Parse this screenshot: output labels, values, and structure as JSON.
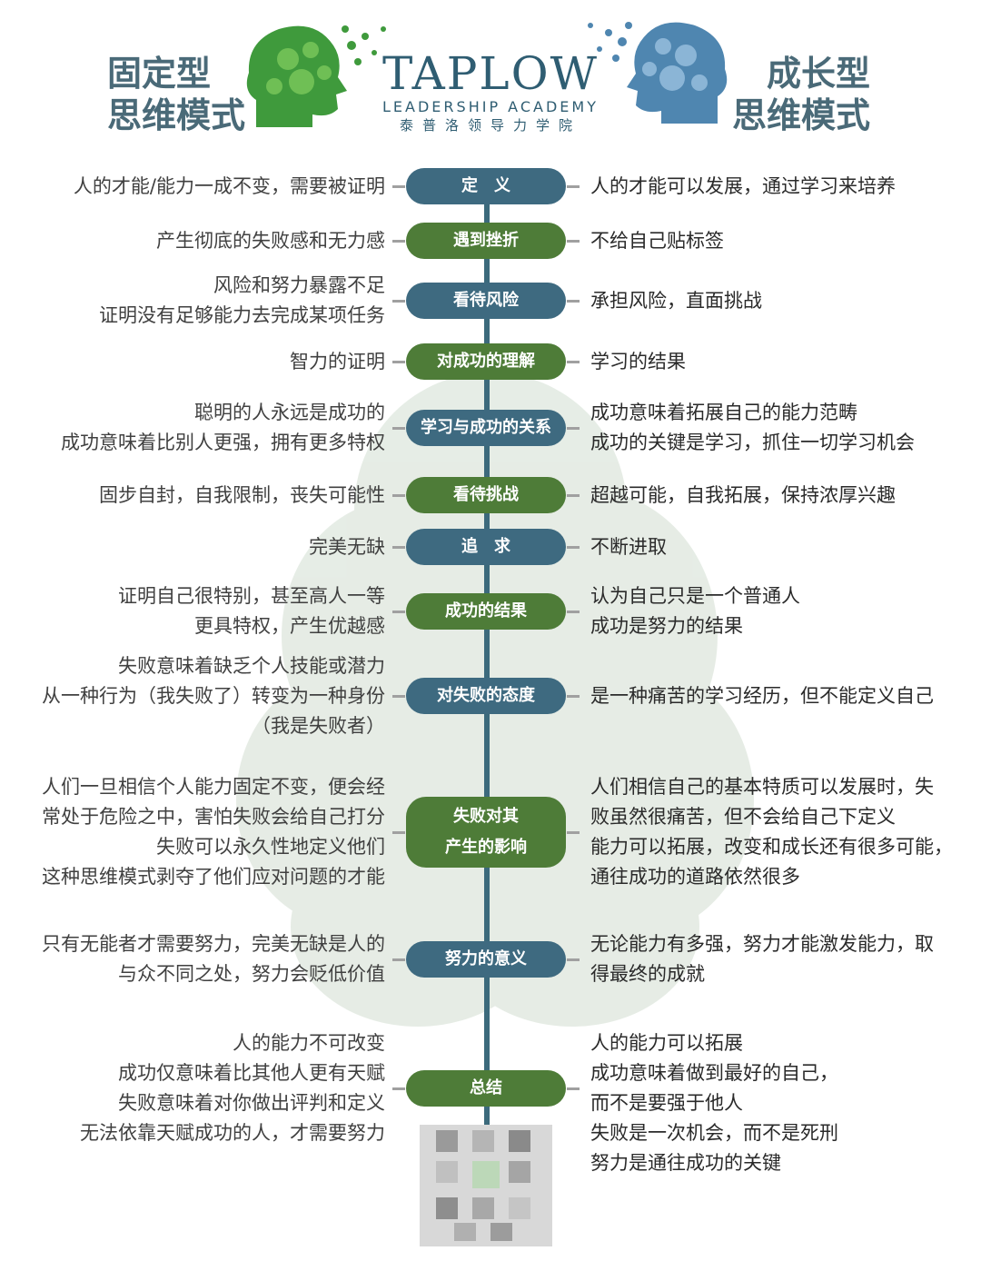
{
  "header": {
    "left_title": [
      "固定型",
      "思维模式"
    ],
    "right_title": [
      "成长型",
      "思维模式"
    ],
    "logo": {
      "brand": "TAPLOW",
      "sub": "LEADERSHIP ACADEMY",
      "cn": "泰普洛领导力学院"
    }
  },
  "colors": {
    "blue_label": "#3e6a80",
    "green_label": "#4e7c38",
    "heading": "#4a6a78",
    "trunk": "#3c6a7c"
  },
  "rows": [
    {
      "label": [
        "定　义"
      ],
      "color": "blue",
      "left": [
        "人的才能/能力一成不变，需要被证明"
      ],
      "right": [
        "人的才能可以发展，通过学习来培养"
      ]
    },
    {
      "label": [
        "遇到挫折"
      ],
      "color": "green",
      "left": [
        "产生彻底的失败感和无力感"
      ],
      "right": [
        "不给自己贴标签"
      ]
    },
    {
      "label": [
        "看待风险"
      ],
      "color": "blue",
      "left": [
        "风险和努力暴露不足",
        "证明没有足够能力去完成某项任务"
      ],
      "right": [
        "承担风险，直面挑战"
      ]
    },
    {
      "label": [
        "对成功的理解"
      ],
      "color": "green",
      "left": [
        "智力的证明"
      ],
      "right": [
        "学习的结果"
      ]
    },
    {
      "label": [
        "学习与成功的关系"
      ],
      "color": "blue",
      "left": [
        "聪明的人永远是成功的",
        "成功意味着比别人更强，拥有更多特权"
      ],
      "right": [
        "成功意味着拓展自己的能力范畴",
        "成功的关键是学习，抓住一切学习机会"
      ]
    },
    {
      "label": [
        "看待挑战"
      ],
      "color": "green",
      "left": [
        "固步自封，自我限制，丧失可能性"
      ],
      "right": [
        "超越可能，自我拓展，保持浓厚兴趣"
      ]
    },
    {
      "label": [
        "追　求"
      ],
      "color": "blue",
      "left": [
        "完美无缺"
      ],
      "right": [
        "不断进取"
      ]
    },
    {
      "label": [
        "成功的结果"
      ],
      "color": "green",
      "left": [
        "证明自己很特别，甚至高人一等",
        "更具特权，产生优越感"
      ],
      "right": [
        "认为自己只是一个普通人",
        "成功是努力的结果"
      ]
    },
    {
      "label": [
        "对失败的态度"
      ],
      "color": "blue",
      "left": [
        "失败意味着缺乏个人技能或潜力",
        "从一种行为（我失败了）转变为一种身份",
        "（我是失败者）"
      ],
      "right": [
        "是一种痛苦的学习经历，但不能定义自己"
      ]
    },
    {
      "label": [
        "失败对其",
        "产生的影响"
      ],
      "color": "green",
      "left": [
        "人们一旦相信个人能力固定不变，便会经",
        "常处于危险之中，害怕失败会给自己打分",
        "失败可以永久性地定义他们",
        "这种思维模式剥夺了他们应对问题的才能"
      ],
      "right": [
        "人们相信自己的基本特质可以发展时，失",
        "败虽然很痛苦，但不会给自己下定义",
        "能力可以拓展，改变和成长还有很多可能，",
        "通往成功的道路依然很多"
      ]
    },
    {
      "label": [
        "努力的意义"
      ],
      "color": "blue",
      "left": [
        "只有无能者才需要努力，完美无缺是人的",
        "与众不同之处，努力会贬低价值"
      ],
      "right": [
        "无论能力有多强，努力才能激发能力，取",
        "得最终的成就"
      ]
    },
    {
      "label": [
        "总结"
      ],
      "color": "green",
      "left": [
        "人的能力不可改变",
        "成功仅意味着比其他人更有天赋",
        "失败意味着对你做出评判和定义",
        "无法依靠天赋成功的人，才需要努力"
      ],
      "right": [
        "人的能力可以拓展",
        "成功意味着做到最好的自己，",
        "而不是要强于他人",
        "失败是一次机会，而不是死刑",
        "努力是通往成功的关键"
      ]
    }
  ]
}
